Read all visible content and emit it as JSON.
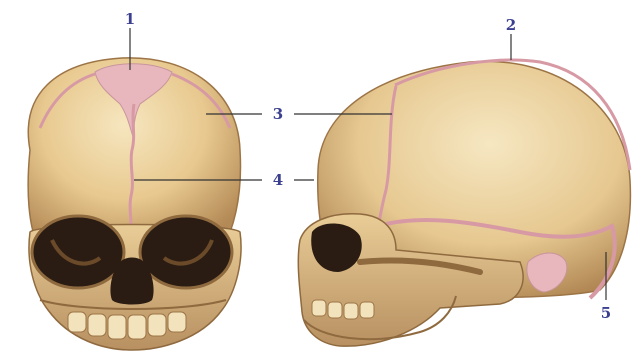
{
  "diagram": {
    "callouts": [
      {
        "id": "1",
        "label": "1"
      },
      {
        "id": "2",
        "label": "2"
      },
      {
        "id": "3",
        "label": "3"
      },
      {
        "id": "4",
        "label": "4"
      },
      {
        "id": "5",
        "label": "5"
      }
    ]
  },
  "colors": {
    "bone_light": "#f1ddb0",
    "bone_mid": "#dcb87c",
    "bone_dark": "#a9824d",
    "fontanelle": "#e7b7bd",
    "sutures": "#d79aa4",
    "cavity": "#2a1c12",
    "label": "#3a3f8f"
  }
}
